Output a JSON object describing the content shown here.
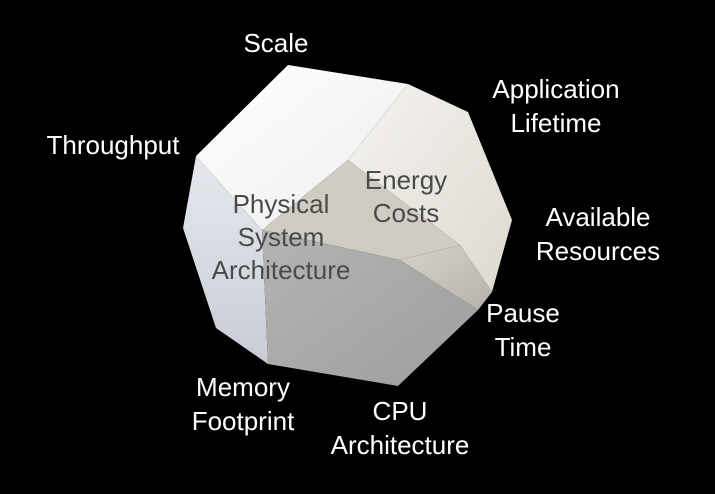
{
  "diagram": {
    "background_color": "#000000",
    "label_color": "#ffffff",
    "face_text_color": "#4a4a4a",
    "outer_labels": {
      "scale": [
        "Scale"
      ],
      "application_lifetime": [
        "Application",
        "Lifetime"
      ],
      "throughput": [
        "Throughput"
      ],
      "available_resources": [
        "Available",
        "Resources"
      ],
      "pause_time": [
        "Pause",
        "Time"
      ],
      "memory_footprint": [
        "Memory",
        "Footprint"
      ],
      "cpu_architecture": [
        "CPU",
        "Architecture"
      ]
    },
    "face_labels": {
      "energy_costs": [
        "Energy",
        "Costs"
      ],
      "physical_system_architecture": [
        "Physical",
        "System",
        "Architecture"
      ]
    }
  }
}
